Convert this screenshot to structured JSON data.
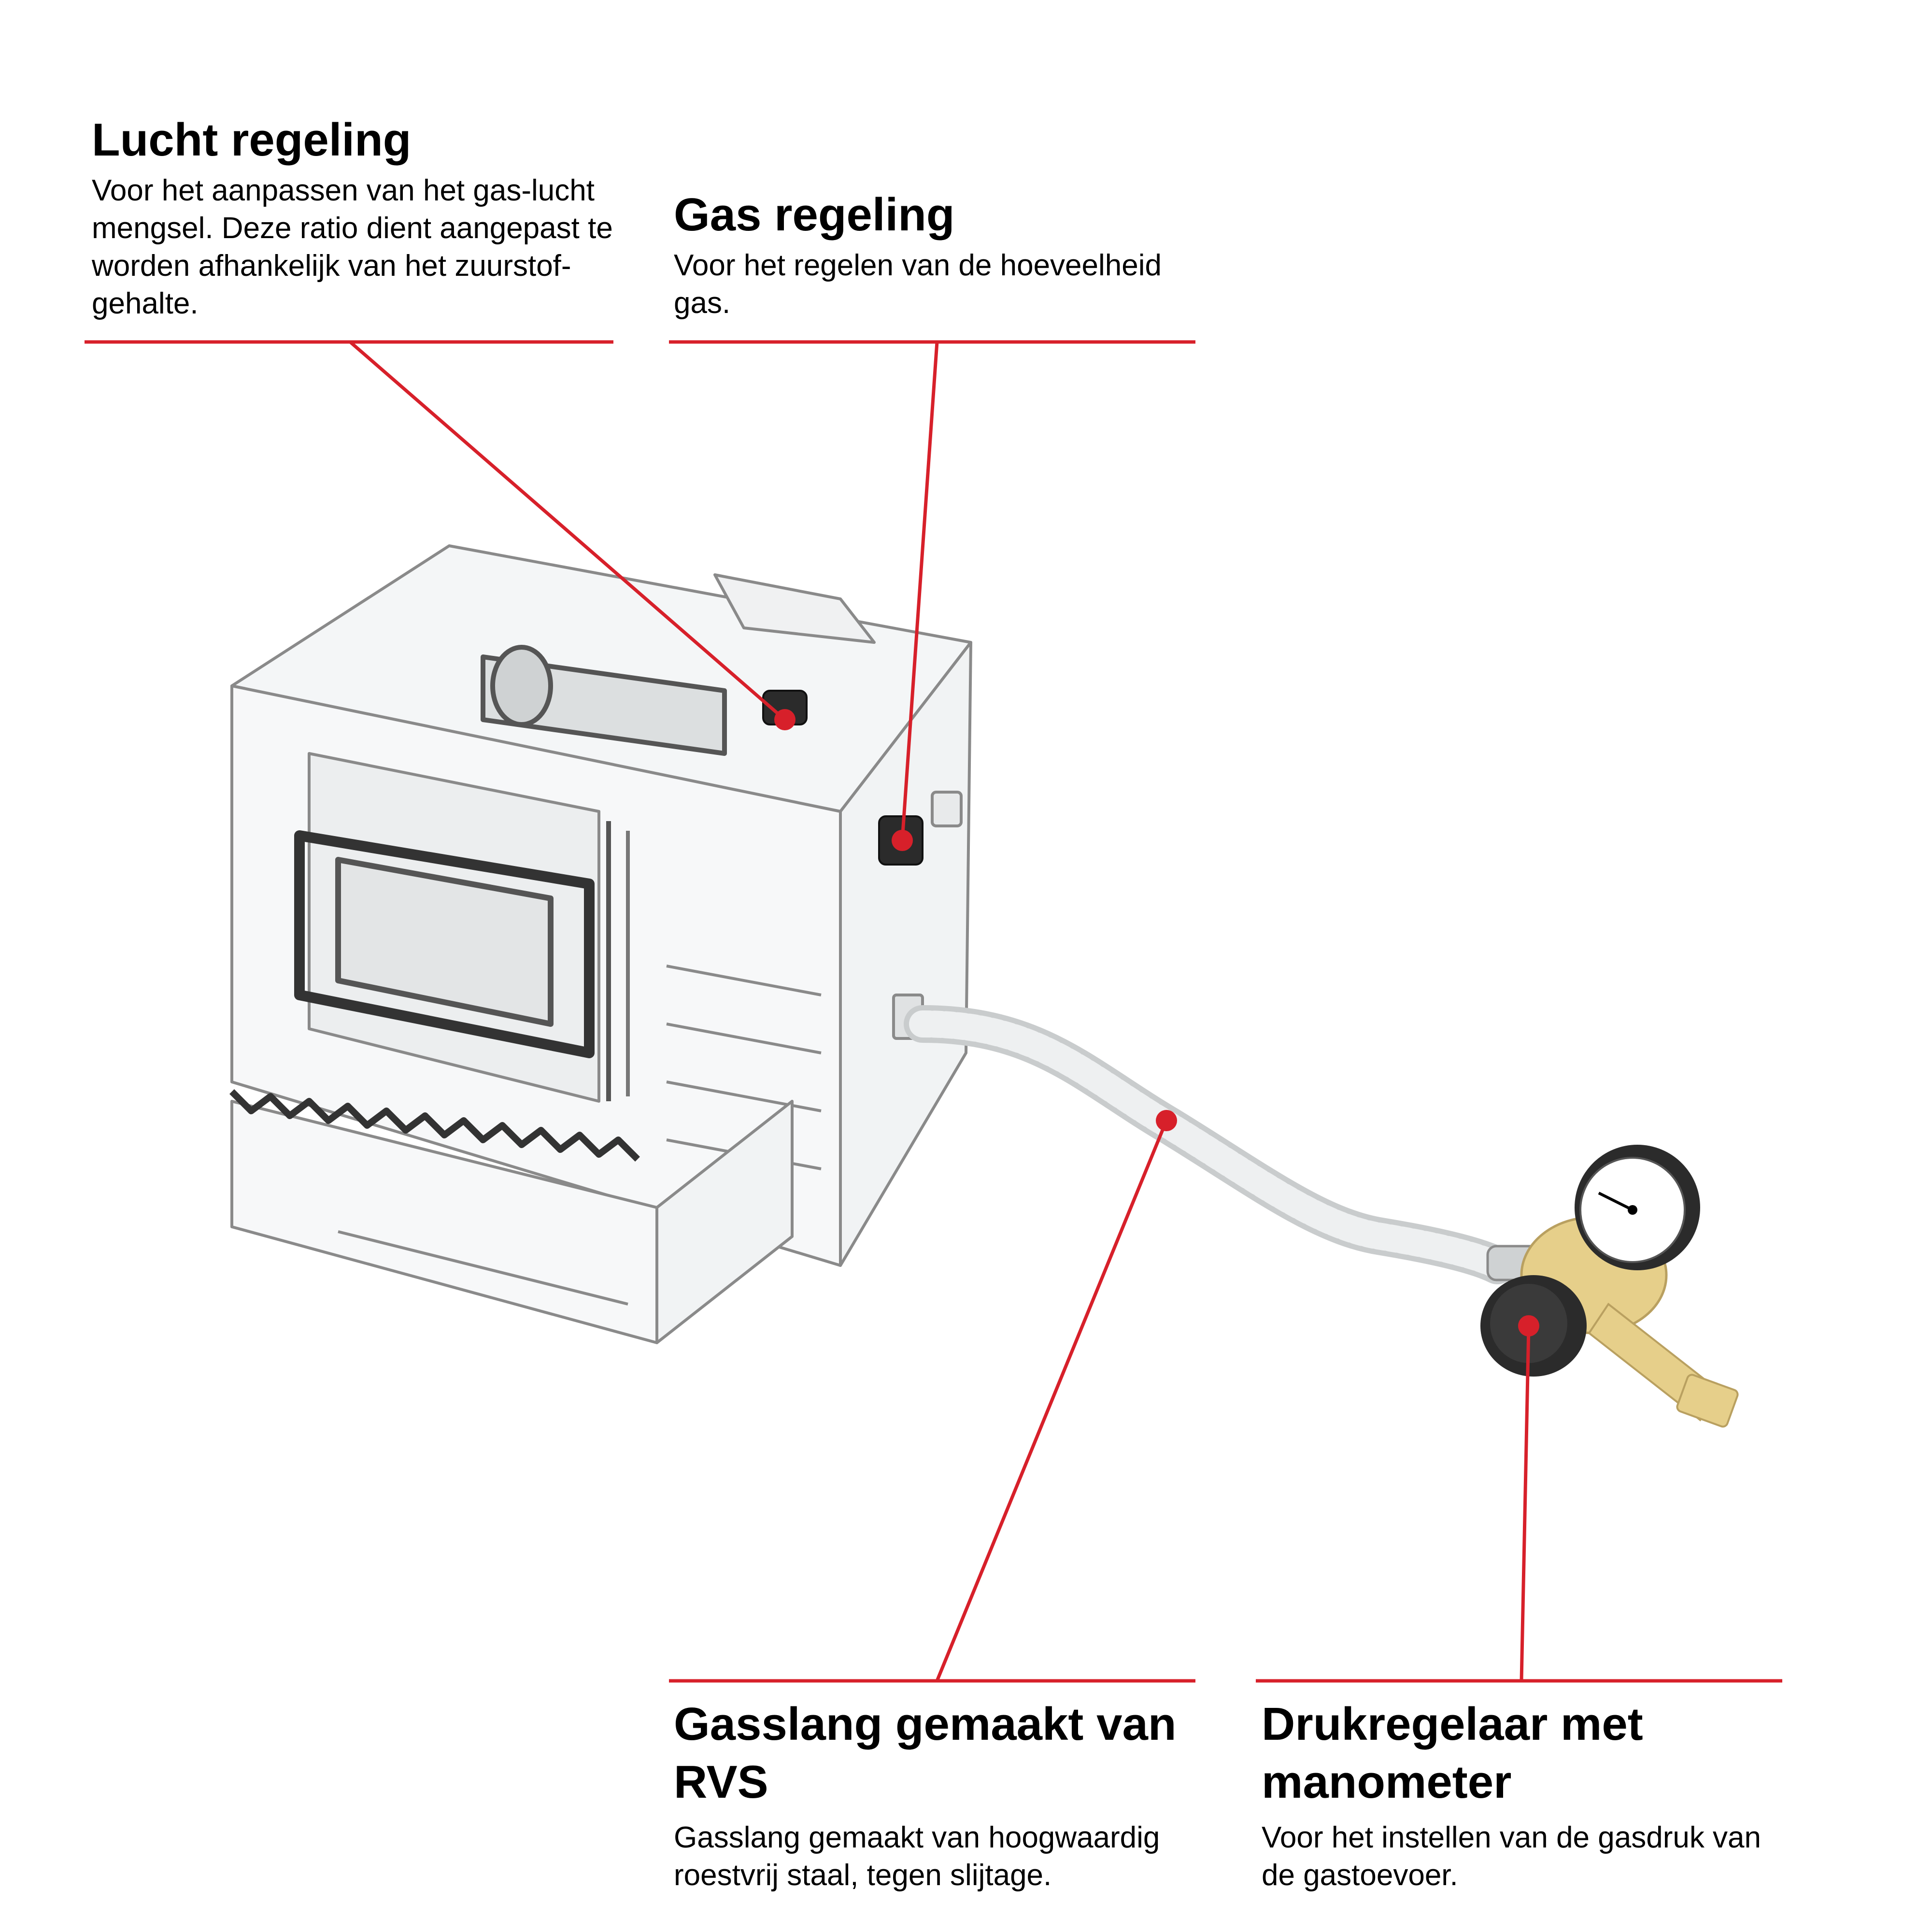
{
  "callouts": {
    "air": {
      "title": "Lucht regeling",
      "description": "Voor het aanpassen van het gas-lucht mengsel. Deze ratio dient aangepast te worden afhankelijk van het zuurstof-gehalte."
    },
    "gas": {
      "title": "Gas regeling",
      "description": "Voor het regelen van de hoeveelheid gas."
    },
    "hose": {
      "title": "Gasslang gemaakt van RVS",
      "description": "Gasslang gemaakt van hoogwaardig roestvrij staal, tegen slijtage."
    },
    "regulator": {
      "title": "Drukregelaar met manometer",
      "description": "Voor het instellen van de gasdruk van de gastoevoer."
    }
  },
  "colors": {
    "accent": "#d7202a",
    "outline": "#8a8a8a",
    "brass": "#e6cf8a",
    "knob": "#2b2b2b"
  }
}
